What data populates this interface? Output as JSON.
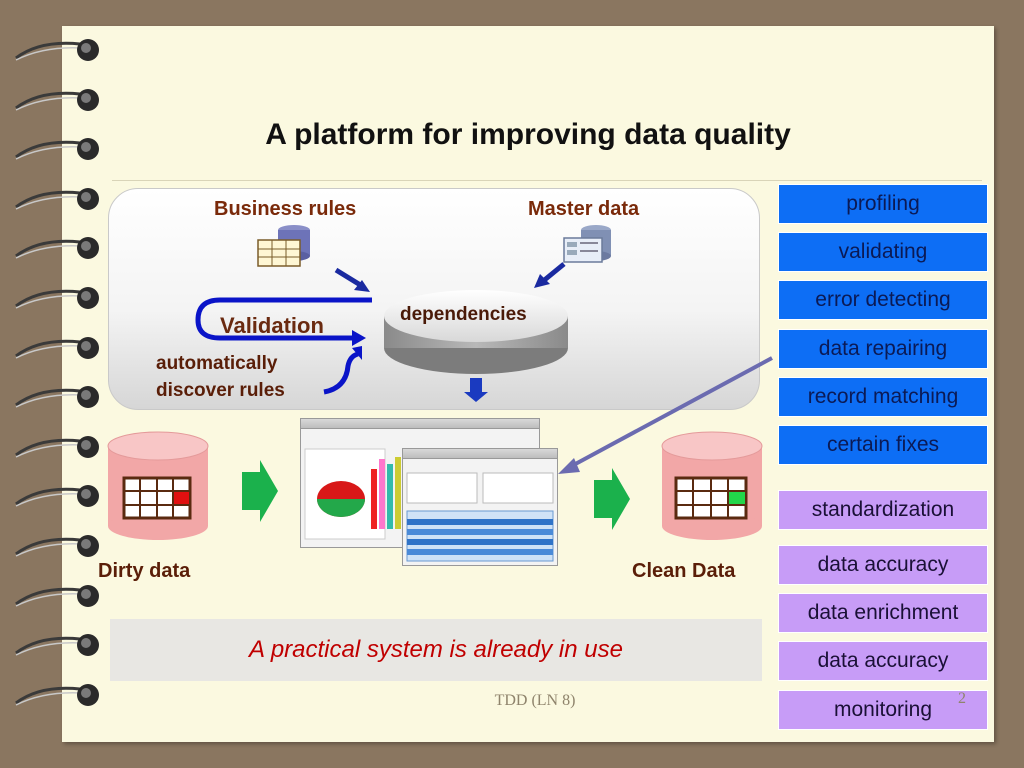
{
  "slide": {
    "title": "A platform for improving data quality",
    "footer": "TDD (LN 8)",
    "page_number": "2"
  },
  "diagram": {
    "business_rules": "Business rules",
    "master_data": "Master data",
    "dependencies": "dependencies",
    "validation": "Validation",
    "discover_line1": "automatically",
    "discover_line2": "discover rules",
    "dirty_data": "Dirty data",
    "clean_data": "Clean Data"
  },
  "banner": "A practical system is already in use",
  "tasks_blue": [
    "profiling",
    "validating",
    "error detecting",
    "data repairing",
    "record matching",
    "certain fixes"
  ],
  "tasks_purple": [
    "standardization",
    "data accuracy",
    "data enrichment",
    "data accuracy",
    "monitoring"
  ],
  "colors": {
    "blue_task": "#0d6ef5",
    "purple_task": "#c79cf7",
    "arrow_green": "#1bb14c",
    "cylinder_pink": "#f2a7a7",
    "label_brown": "#7a2a0a",
    "label_blue": "#1a1a9a",
    "banner_red": "#c00000"
  },
  "icons": [
    "spiral-ring-icon",
    "database-table-icon",
    "database-master-icon",
    "dirty-cylinder-icon",
    "clean-cylinder-icon",
    "green-arrow-icon",
    "blue-arrow-icon"
  ]
}
